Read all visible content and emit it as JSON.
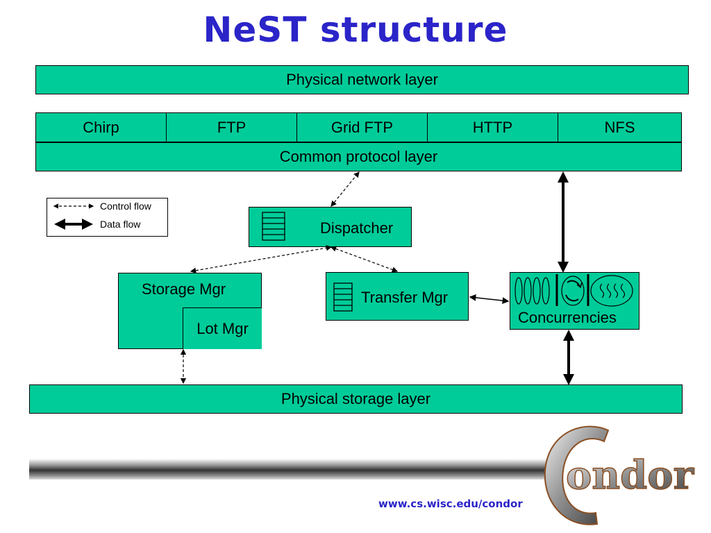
{
  "title": "NeST structure",
  "layers": {
    "physical_network": "Physical network layer",
    "common_protocol": "Common protocol layer",
    "physical_storage": "Physical storage layer"
  },
  "protocols": [
    "Chirp",
    "FTP",
    "Grid FTP",
    "HTTP",
    "NFS"
  ],
  "components": {
    "dispatcher": "Dispatcher",
    "storage_mgr": "Storage Mgr",
    "lot_mgr": "Lot Mgr",
    "transfer_mgr": "Transfer Mgr",
    "concurrencies": "Concurrencies"
  },
  "legend": {
    "control_flow": "Control flow",
    "data_flow": "Data flow"
  },
  "footer": {
    "url": "www.cs.wisc.edu/condor",
    "logo_text": "Condor"
  },
  "colors": {
    "box_fill": "#00cc99",
    "title": "#2b24c8"
  }
}
